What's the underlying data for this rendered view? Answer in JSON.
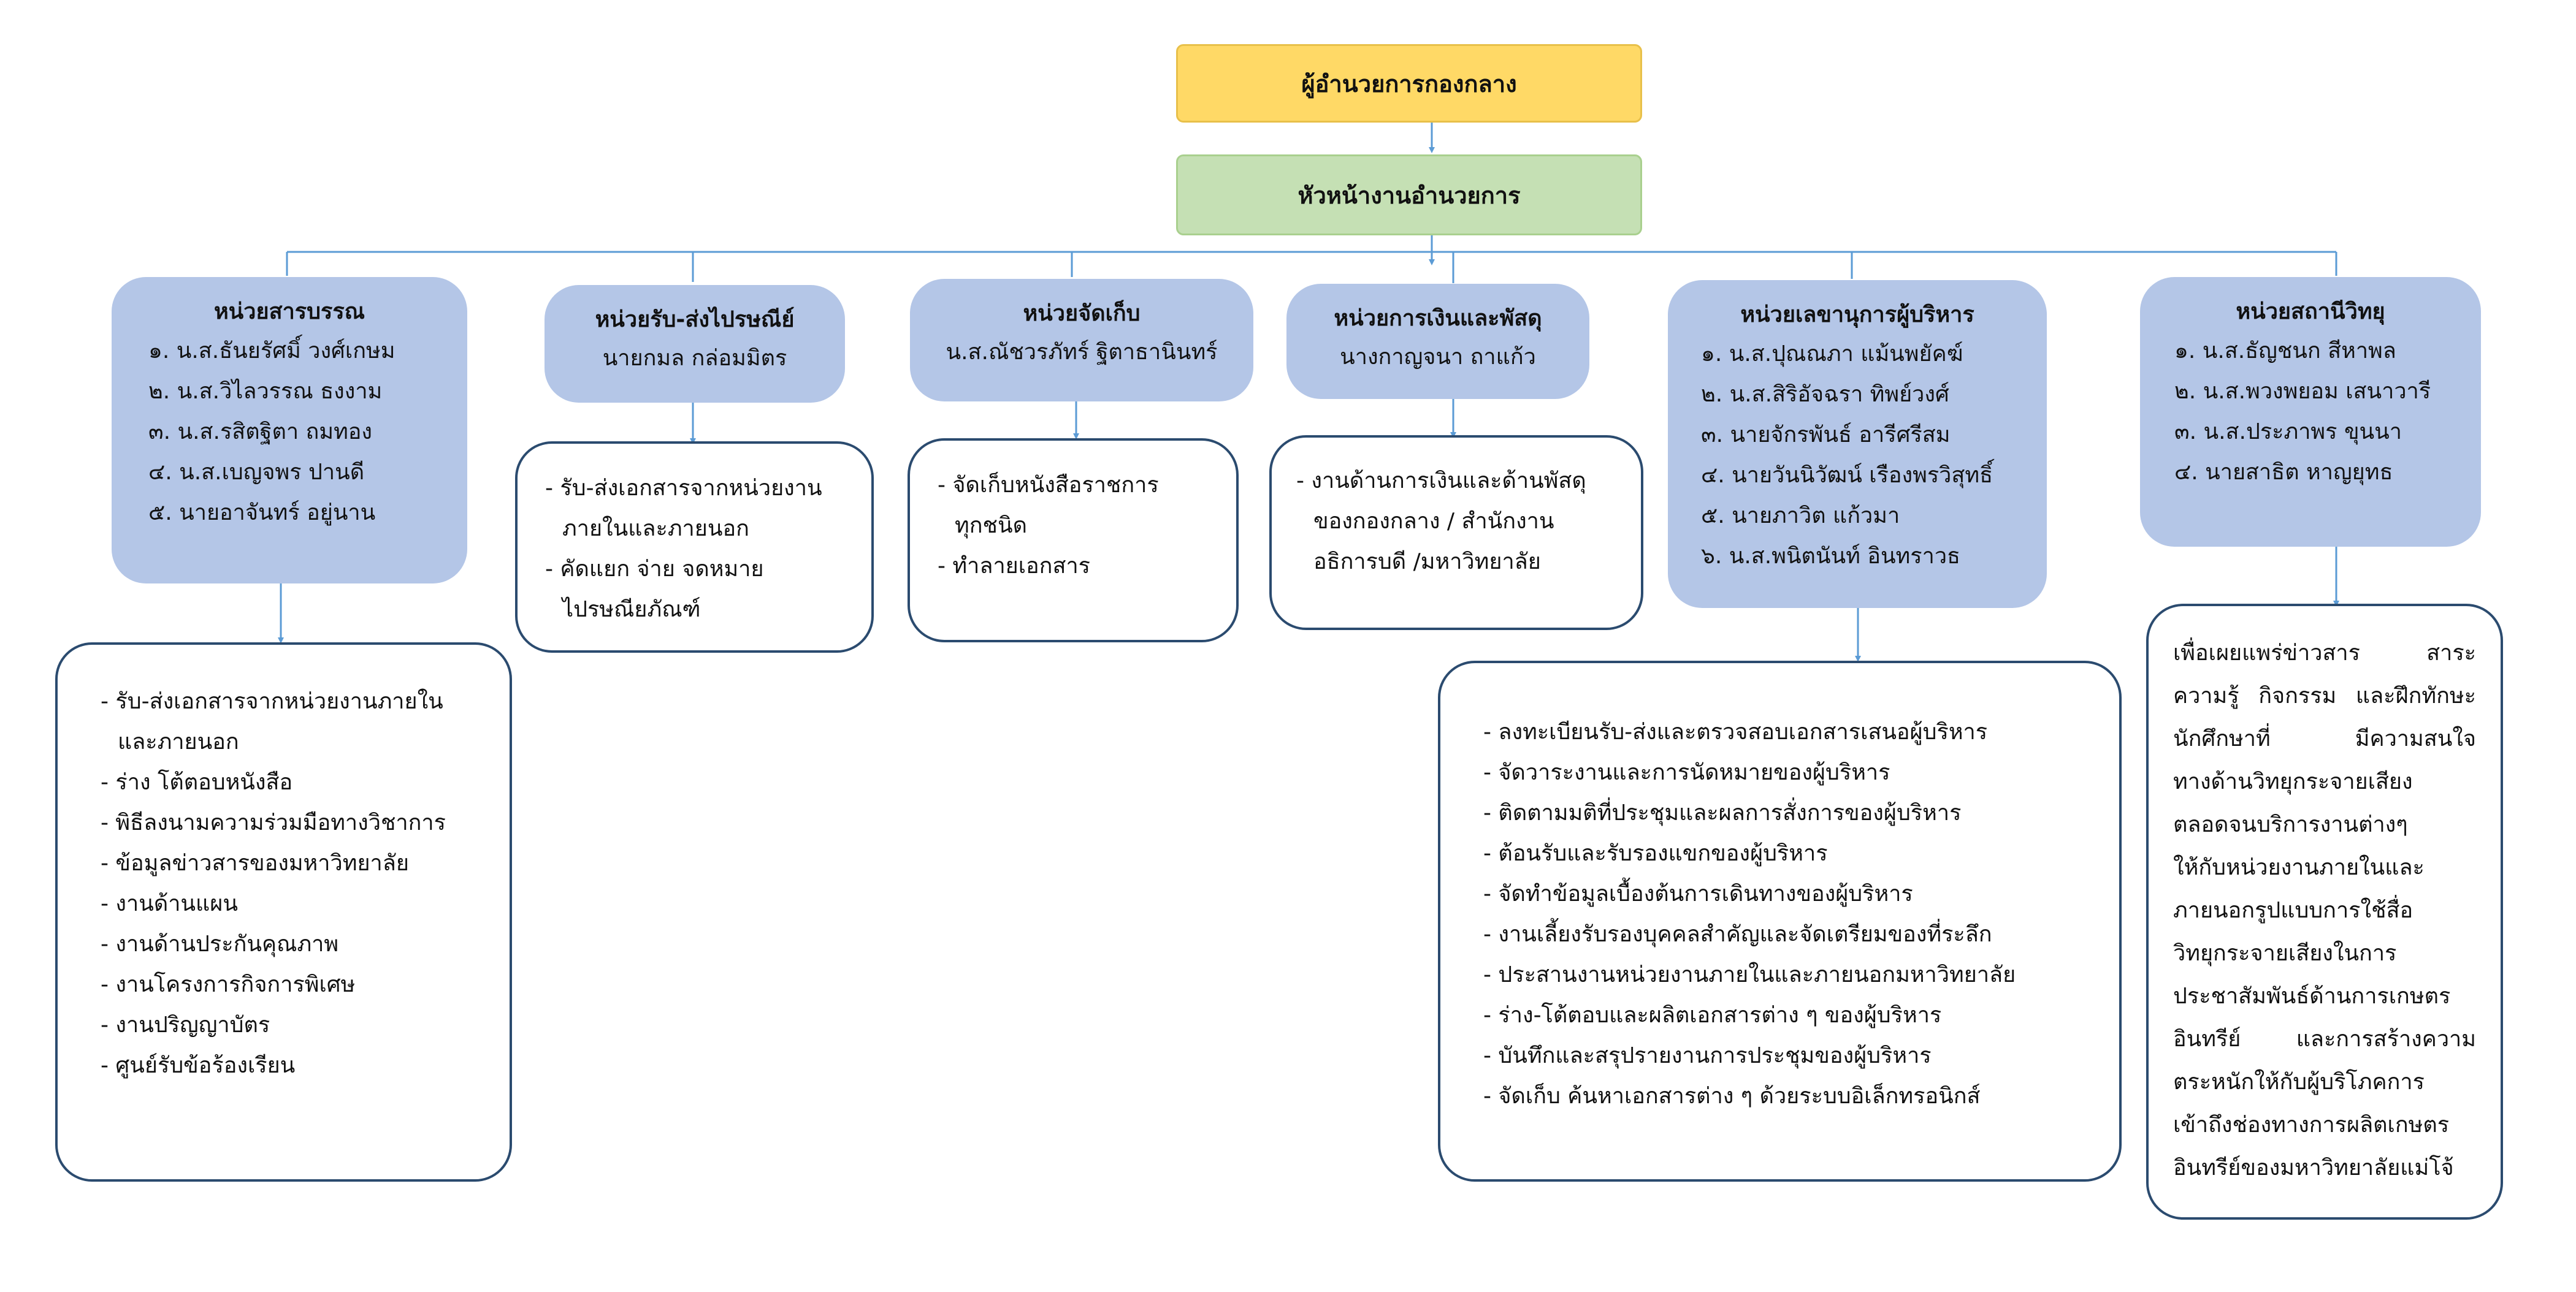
{
  "colors": {
    "director_fill": "#ffd966",
    "head_fill": "#c5e0b4",
    "unit_fill": "#b4c6e7",
    "duty_border": "#2b4b6f",
    "connector": "#5b9bd5"
  },
  "top": {
    "director": "ผู้อำนวยการกองกลาง",
    "head": "หัวหน้างานอำนวยการ"
  },
  "units": [
    {
      "title": "หน่วยสารบรรณ",
      "members": [
        "๑. น.ส.ธันยรัศมิ์ วงศ์เกษม",
        "๒. น.ส.วิไลวรรณ ธงงาม",
        "๓. น.ส.รสิตฐิตา ถมทอง",
        "๔. น.ส.เบญจพร  ปานดี",
        "๕. นายอาจันทร์ อยู่นาน"
      ],
      "duties": [
        [
          "- รับ-ส่งเอกสารจากหน่วยงานภายใน",
          "และภายนอก"
        ],
        [
          "- ร่าง โต้ตอบหนังสือ"
        ],
        [
          "- พิธีลงนามความร่วมมือทางวิชาการ"
        ],
        [
          "- ข้อมูลข่าวสารของมหาวิทยาลัย"
        ],
        [
          "- งานด้านแผน"
        ],
        [
          "- งานด้านประกันคุณภาพ"
        ],
        [
          "- งานโครงการกิจการพิเศษ"
        ],
        [
          "- งานปริญญาบัตร"
        ],
        [
          "- ศูนย์รับข้อร้องเรียน"
        ]
      ]
    },
    {
      "title": "หน่วยรับ-ส่งไปรษณีย์",
      "subtitle": "นายกมล  กล่อมมิตร",
      "duties": [
        [
          "- รับ-ส่งเอกสารจากหน่วยงาน",
          "ภายในและภายนอก"
        ],
        [
          "- คัดแยก จ่าย จดหมาย",
          "ไปรษณียภัณฑ์"
        ]
      ]
    },
    {
      "title": "หน่วยจัดเก็บ",
      "subtitle": "น.ส.ณัชวรภัทร์ ฐิตาธานินทร์",
      "duties": [
        [
          "- จัดเก็บหนังสือราชการ",
          "ทุกชนิด"
        ],
        [
          "- ทำลายเอกสาร"
        ]
      ]
    },
    {
      "title": "หน่วยการเงินและพัสดุ",
      "subtitle": "นางกาญจนา  ถาแก้ว",
      "duties": [
        [
          "- งานด้านการเงินและด้านพัสดุ",
          "ของกองกลาง / สำนักงาน",
          "อธิการบดี /มหาวิทยาลัย"
        ]
      ]
    },
    {
      "title": "หน่วยเลขานุการผู้บริหาร",
      "members": [
        "๑. น.ส.ปุณณภา แม้นพยัคฆ์",
        "๒. น.ส.สิริอัจฉรา ทิพย์วงศ์",
        "๓. นายจักรพันธ์ อารีศรีสม",
        "๔. นายวันนิวัฒน์ เรืองพรวิสุทธิ์",
        "๕. นายภาวิต  แก้วมา",
        "๖. น.ส.พนิตนันท์ อินทราวธ"
      ],
      "duties": [
        [
          "- ลงทะเบียนรับ-ส่งและตรวจสอบเอกสารเสนอผู้บริหาร"
        ],
        [
          "- จัดวาระงานและการนัดหมายของผู้บริหาร"
        ],
        [
          "- ติดตามมติที่ประชุมและผลการสั่งการของผู้บริหาร"
        ],
        [
          "- ต้อนรับและรับรองแขกของผู้บริหาร"
        ],
        [
          "- จัดทำข้อมูลเบื้องต้นการเดินทางของผู้บริหาร"
        ],
        [
          "- งานเลี้ยงรับรองบุคคลสำคัญและจัดเตรียมของที่ระลึก"
        ],
        [
          "- ประสานงานหน่วยงานภายในและภายนอกมหาวิทยาลัย"
        ],
        [
          "- ร่าง-โต้ตอบและผลิตเอกสารต่าง ๆ ของผู้บริหาร"
        ],
        [
          "- บันทึกและสรุปรายงานการประชุมของผู้บริหาร"
        ],
        [
          "- จัดเก็บ ค้นหาเอกสารต่าง ๆ ด้วยระบบอิเล็กทรอนิกส์"
        ]
      ]
    },
    {
      "title": "หน่วยสถานีวิทยุ",
      "members": [
        "๑. น.ส.ธัญชนก สีหาพล",
        "๒. น.ส.พวงพยอม เสนาวารี",
        "๓. น.ส.ประภาพร ขุนนา",
        "๔. นายสาธิต หาญยุทธ"
      ],
      "description": [
        "เพื่อเผยแพร่ข่าวสาร สาระ",
        "ความรู้ กิจกรรม และฝึกทักษะ",
        "นักศึกษาที่ มีความสนใจ",
        "ทางด้านวิทยุกระจายเสียง",
        "ตลอดจนบริการงานต่างๆ",
        "ให้กับหน่วยงานภายในและ",
        "ภายนอกรูปแบบการใช้สื่อ",
        "วิทยุกระจายเสียงในการ",
        "ประชาสัมพันธ์ด้านการเกษตร",
        "อินทรีย์ และการสร้างความ",
        "ตระหนักให้กับผู้บริโภคการ",
        "เข้าถึงช่องทางการผลิตเกษตร",
        "อินทรีย์ของมหาวิทยาลัยแม่โจ้"
      ]
    }
  ]
}
